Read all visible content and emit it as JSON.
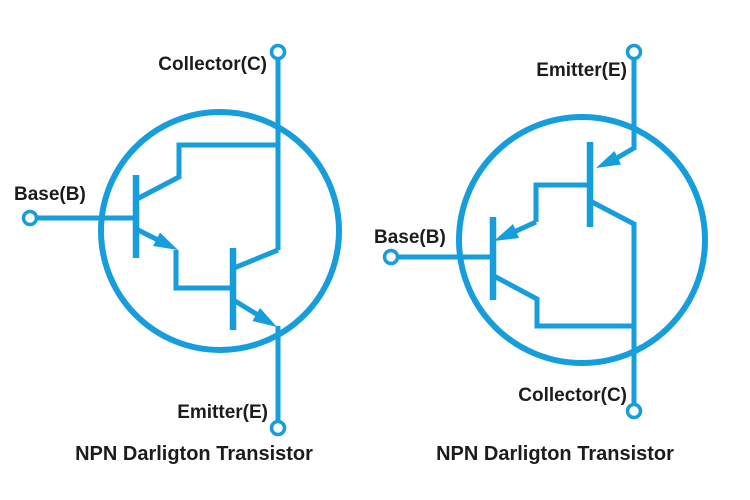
{
  "colors": {
    "accent": "#169DDB",
    "text": "#1C1C1C",
    "background": "#FFFFFF"
  },
  "diagrams": [
    {
      "id": "left",
      "caption": "NPN Darligton Transistor",
      "terminals": {
        "top": "Collector(C)",
        "left": "Base(B)",
        "bottom": "Emitter(E)"
      }
    },
    {
      "id": "right",
      "caption": "NPN Darligton Transistor",
      "terminals": {
        "top": "Emitter(E)",
        "left": "Base(B)",
        "bottom": "Collector(C)"
      }
    }
  ]
}
